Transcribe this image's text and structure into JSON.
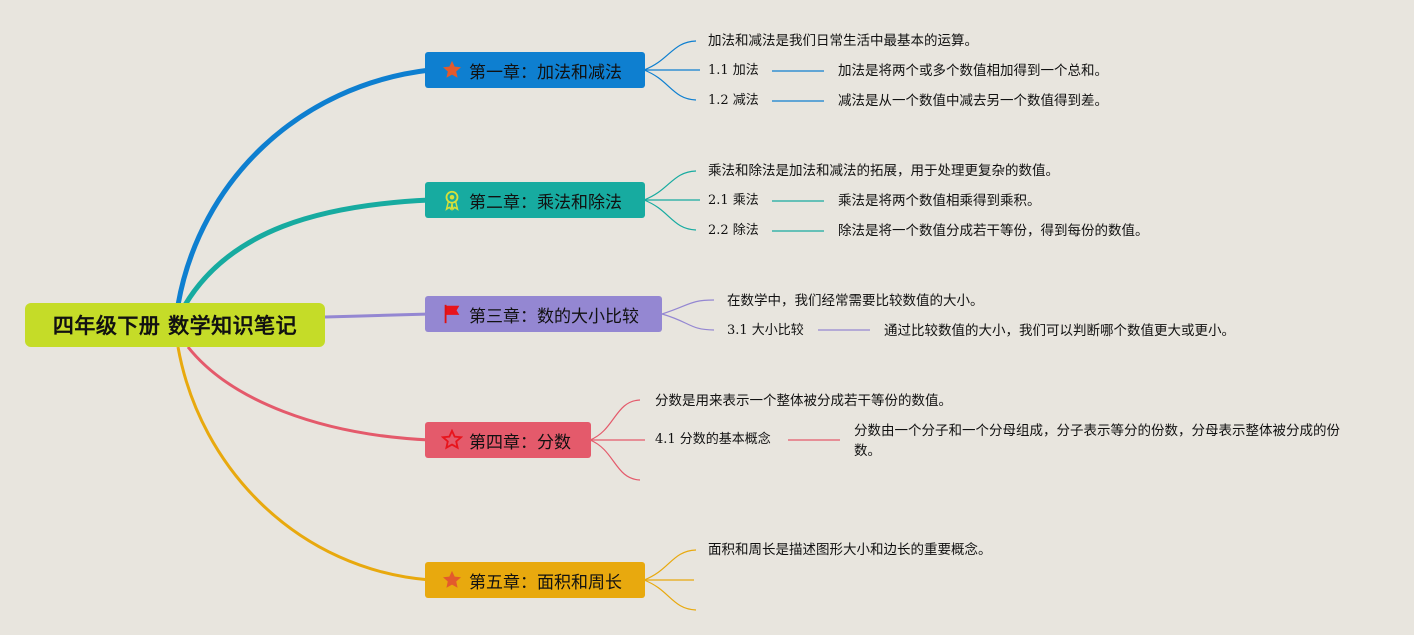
{
  "root": {
    "title": "四年级下册 数学知识笔记"
  },
  "colors": {
    "root": "#c5dc28",
    "ch1": "#0e7fd0",
    "ch2": "#17aba0",
    "ch3": "#9487d2",
    "ch4": "#e45a6b",
    "ch5": "#e8a90e"
  },
  "chapters": [
    {
      "label": "第一章：加法和减法",
      "icon": "star-icon",
      "intro": "加法和减法是我们日常生活中最基本的运算。",
      "subs": [
        {
          "label": "1.1 加法",
          "desc": "加法是将两个或多个数值相加得到一个总和。"
        },
        {
          "label": "1.2 减法",
          "desc": "减法是从一个数值中减去另一个数值得到差。"
        }
      ]
    },
    {
      "label": "第二章：乘法和除法",
      "icon": "award-icon",
      "intro": "乘法和除法是加法和减法的拓展，用于处理更复杂的数值。",
      "subs": [
        {
          "label": "2.1 乘法",
          "desc": "乘法是将两个数值相乘得到乘积。"
        },
        {
          "label": "2.2 除法",
          "desc": "除法是将一个数值分成若干等份，得到每份的数值。"
        }
      ]
    },
    {
      "label": "第三章：数的大小比较",
      "icon": "flag-icon",
      "intro": "在数学中，我们经常需要比较数值的大小。",
      "subs": [
        {
          "label": "3.1 大小比较",
          "desc": "通过比较数值的大小，我们可以判断哪个数值更大或更小。"
        }
      ]
    },
    {
      "label": "第四章：分数",
      "icon": "star-outline-icon",
      "intro": "分数是用来表示一个整体被分成若干等份的数值。",
      "subs": [
        {
          "label": "4.1 分数的基本概念",
          "desc": "分数由一个分子和一个分母组成，分子表示等分的份数，分母表示整体被分成的份数。"
        }
      ]
    },
    {
      "label": "第五章：面积和周长",
      "icon": "star-icon",
      "intro": "面积和周长是描述图形大小和边长的重要概念。",
      "subs": []
    }
  ]
}
